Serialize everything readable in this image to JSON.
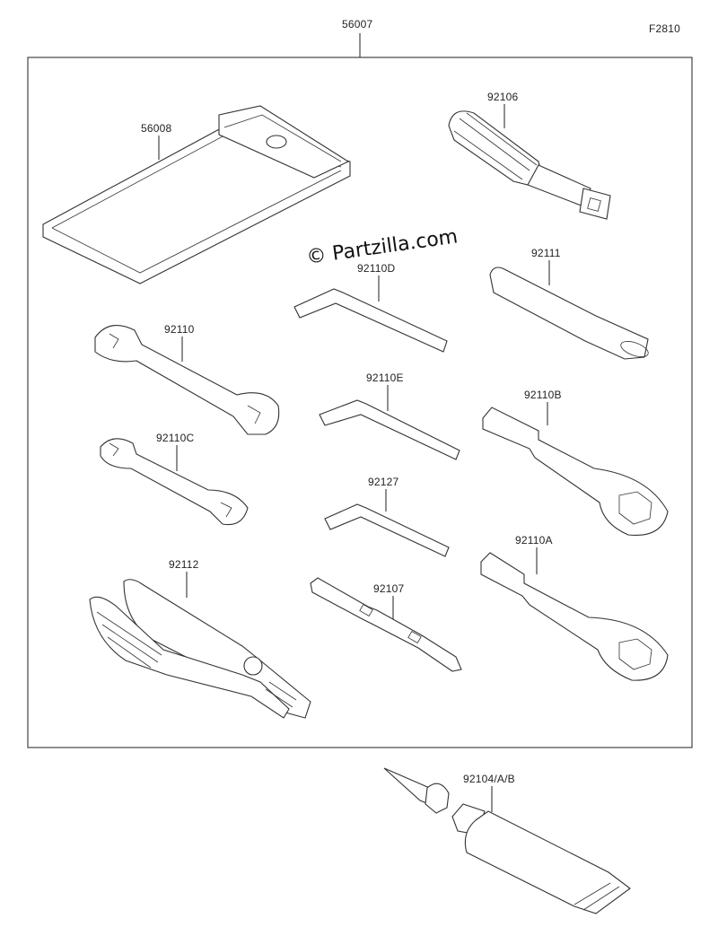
{
  "figure_code": "F2810",
  "watermark": "© Partzilla.com",
  "parts": [
    {
      "id": "kit",
      "number": "56007"
    },
    {
      "id": "pouch",
      "number": "56008"
    },
    {
      "id": "screwdriver-handle",
      "number": "92106"
    },
    {
      "id": "hex-key-d",
      "number": "92110D"
    },
    {
      "id": "extension-bar",
      "number": "92111"
    },
    {
      "id": "wrench-large",
      "number": "92110"
    },
    {
      "id": "hex-key-e",
      "number": "92110E"
    },
    {
      "id": "ring-wrench-b",
      "number": "92110B"
    },
    {
      "id": "wrench-small",
      "number": "92110C"
    },
    {
      "id": "hex-key-small",
      "number": "92127"
    },
    {
      "id": "ring-wrench-a",
      "number": "92110A"
    },
    {
      "id": "pliers",
      "number": "92112"
    },
    {
      "id": "screwdriver-bit",
      "number": "92107"
    },
    {
      "id": "grease-tube",
      "number": "92104/A/B"
    }
  ]
}
